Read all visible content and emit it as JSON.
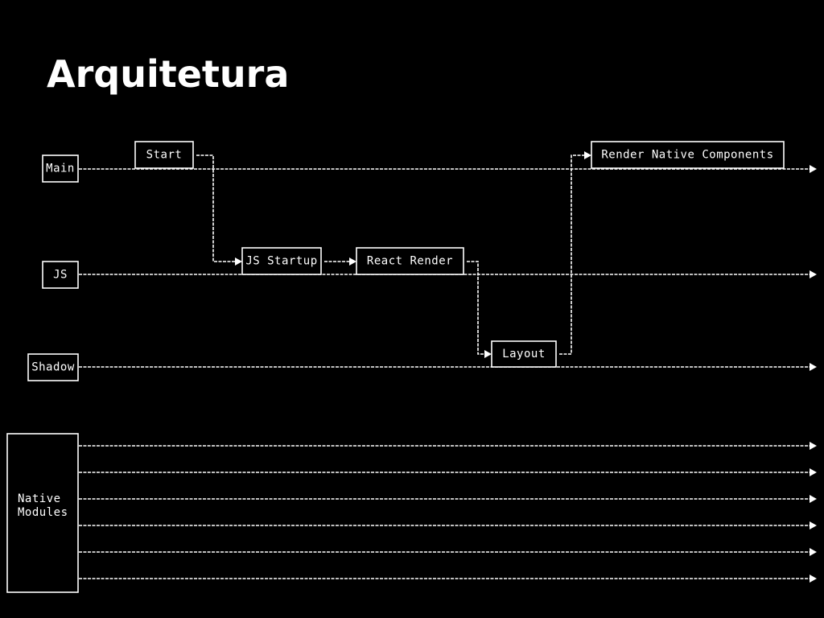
{
  "slide": {
    "title": "Arquitetura"
  },
  "lanes": {
    "main": "Main",
    "js": "JS",
    "shadow": "Shadow",
    "native_modules": [
      "Native",
      "Modules"
    ]
  },
  "steps": {
    "start": "Start",
    "js_startup": "JS Startup",
    "react_render": "React Render",
    "layout": "Layout",
    "render_native_components": "Render Native Components"
  },
  "colors": {
    "background": "#000000",
    "foreground": "#ffffff"
  }
}
